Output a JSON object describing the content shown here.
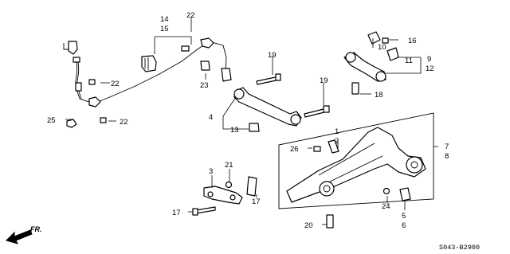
{
  "labels": {
    "n1": "1",
    "n2": "2",
    "n3": "3",
    "n4": "4",
    "n5": "5",
    "n6": "6",
    "n7": "7",
    "n8": "8",
    "n9": "9",
    "n10": "10",
    "n11": "11",
    "n12": "12",
    "n13": "13",
    "n14": "14",
    "n15": "15",
    "n16": "16",
    "n17a": "17",
    "n17b": "17",
    "n18": "18",
    "n19a": "19",
    "n19b": "19",
    "n20": "20",
    "n21": "21",
    "n22a": "22",
    "n22b": "22",
    "n22c": "22",
    "n23": "23",
    "n24": "24",
    "n25": "25",
    "n26": "26"
  },
  "direction": "FR.",
  "diagram_code": "S043-B2900"
}
